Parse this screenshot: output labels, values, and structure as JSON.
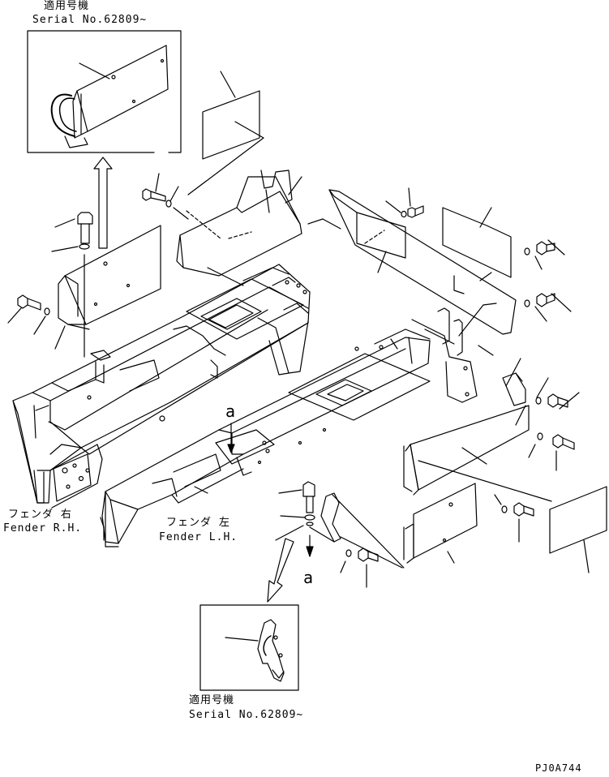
{
  "inset_top": {
    "applicable_label": "適用号機",
    "serial_label": "Serial No.62809~"
  },
  "inset_bottom": {
    "applicable_label": "適用号機",
    "serial_label": "Serial No.62809~"
  },
  "fender_rh": {
    "jp": "フェンダ 右",
    "en": "Fender R.H."
  },
  "fender_lh": {
    "jp": "フェンダ 左",
    "en": "Fender L.H."
  },
  "callouts": {
    "ref_upper": "a",
    "ref_lower": "a"
  },
  "drawing_code": "PJ0A744"
}
